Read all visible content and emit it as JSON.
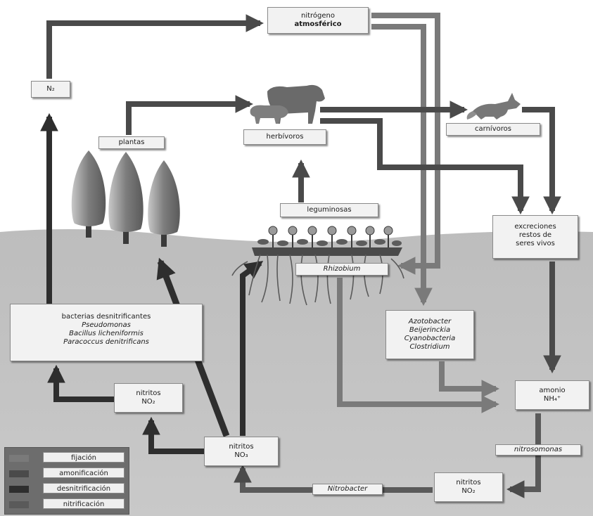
{
  "nodes": {
    "n2": "N₂",
    "atmospheric": [
      "nitrógeno",
      "atmosférico"
    ],
    "plants": "plantas",
    "herbivores": "herbívoros",
    "carnivores": "carnívoros",
    "legumes": "leguminosas",
    "rhizobium": "Rhizobium",
    "excretions": [
      "excreciones",
      "restos de",
      "seres vivos"
    ],
    "denitrifying": [
      "bacterias desnitrificantes",
      "Pseudomonas",
      "Bacillus licheniformis",
      "Paracoccus denitrificans"
    ],
    "nitrites_left": [
      "nitritos",
      "NO₂"
    ],
    "nitrates": [
      "nitritos",
      "NO₃"
    ],
    "fixers": [
      "Azotobacter",
      "Beijerinckia",
      "Cyanobacteria",
      "Clostridium"
    ],
    "ammonium": [
      "amonio",
      "NH₄⁺"
    ],
    "nitrosomonas": "nitrosomonas",
    "nitrites_right": [
      "nitritos",
      "NO₂"
    ],
    "nitrobacter": "Nitrobacter"
  },
  "legend": [
    {
      "label": "fijación",
      "color": "#7a7a7a"
    },
    {
      "label": "amonificación",
      "color": "#4a4a4a"
    },
    {
      "label": "desnitrificación",
      "color": "#2e2e2e"
    },
    {
      "label": "nitrificación",
      "color": "#5a5a5a"
    }
  ],
  "colors": {
    "sky": "#ffffff",
    "soil": "#c7c7c7",
    "arrow_fixation": "#7a7a7a",
    "arrow_flow": "#4a4a4a",
    "arrow_dark": "#2e2e2e"
  },
  "icons": [
    "tree-icon",
    "cow-icon",
    "pig-icon",
    "fox-icon",
    "legume-plants-icon"
  ]
}
